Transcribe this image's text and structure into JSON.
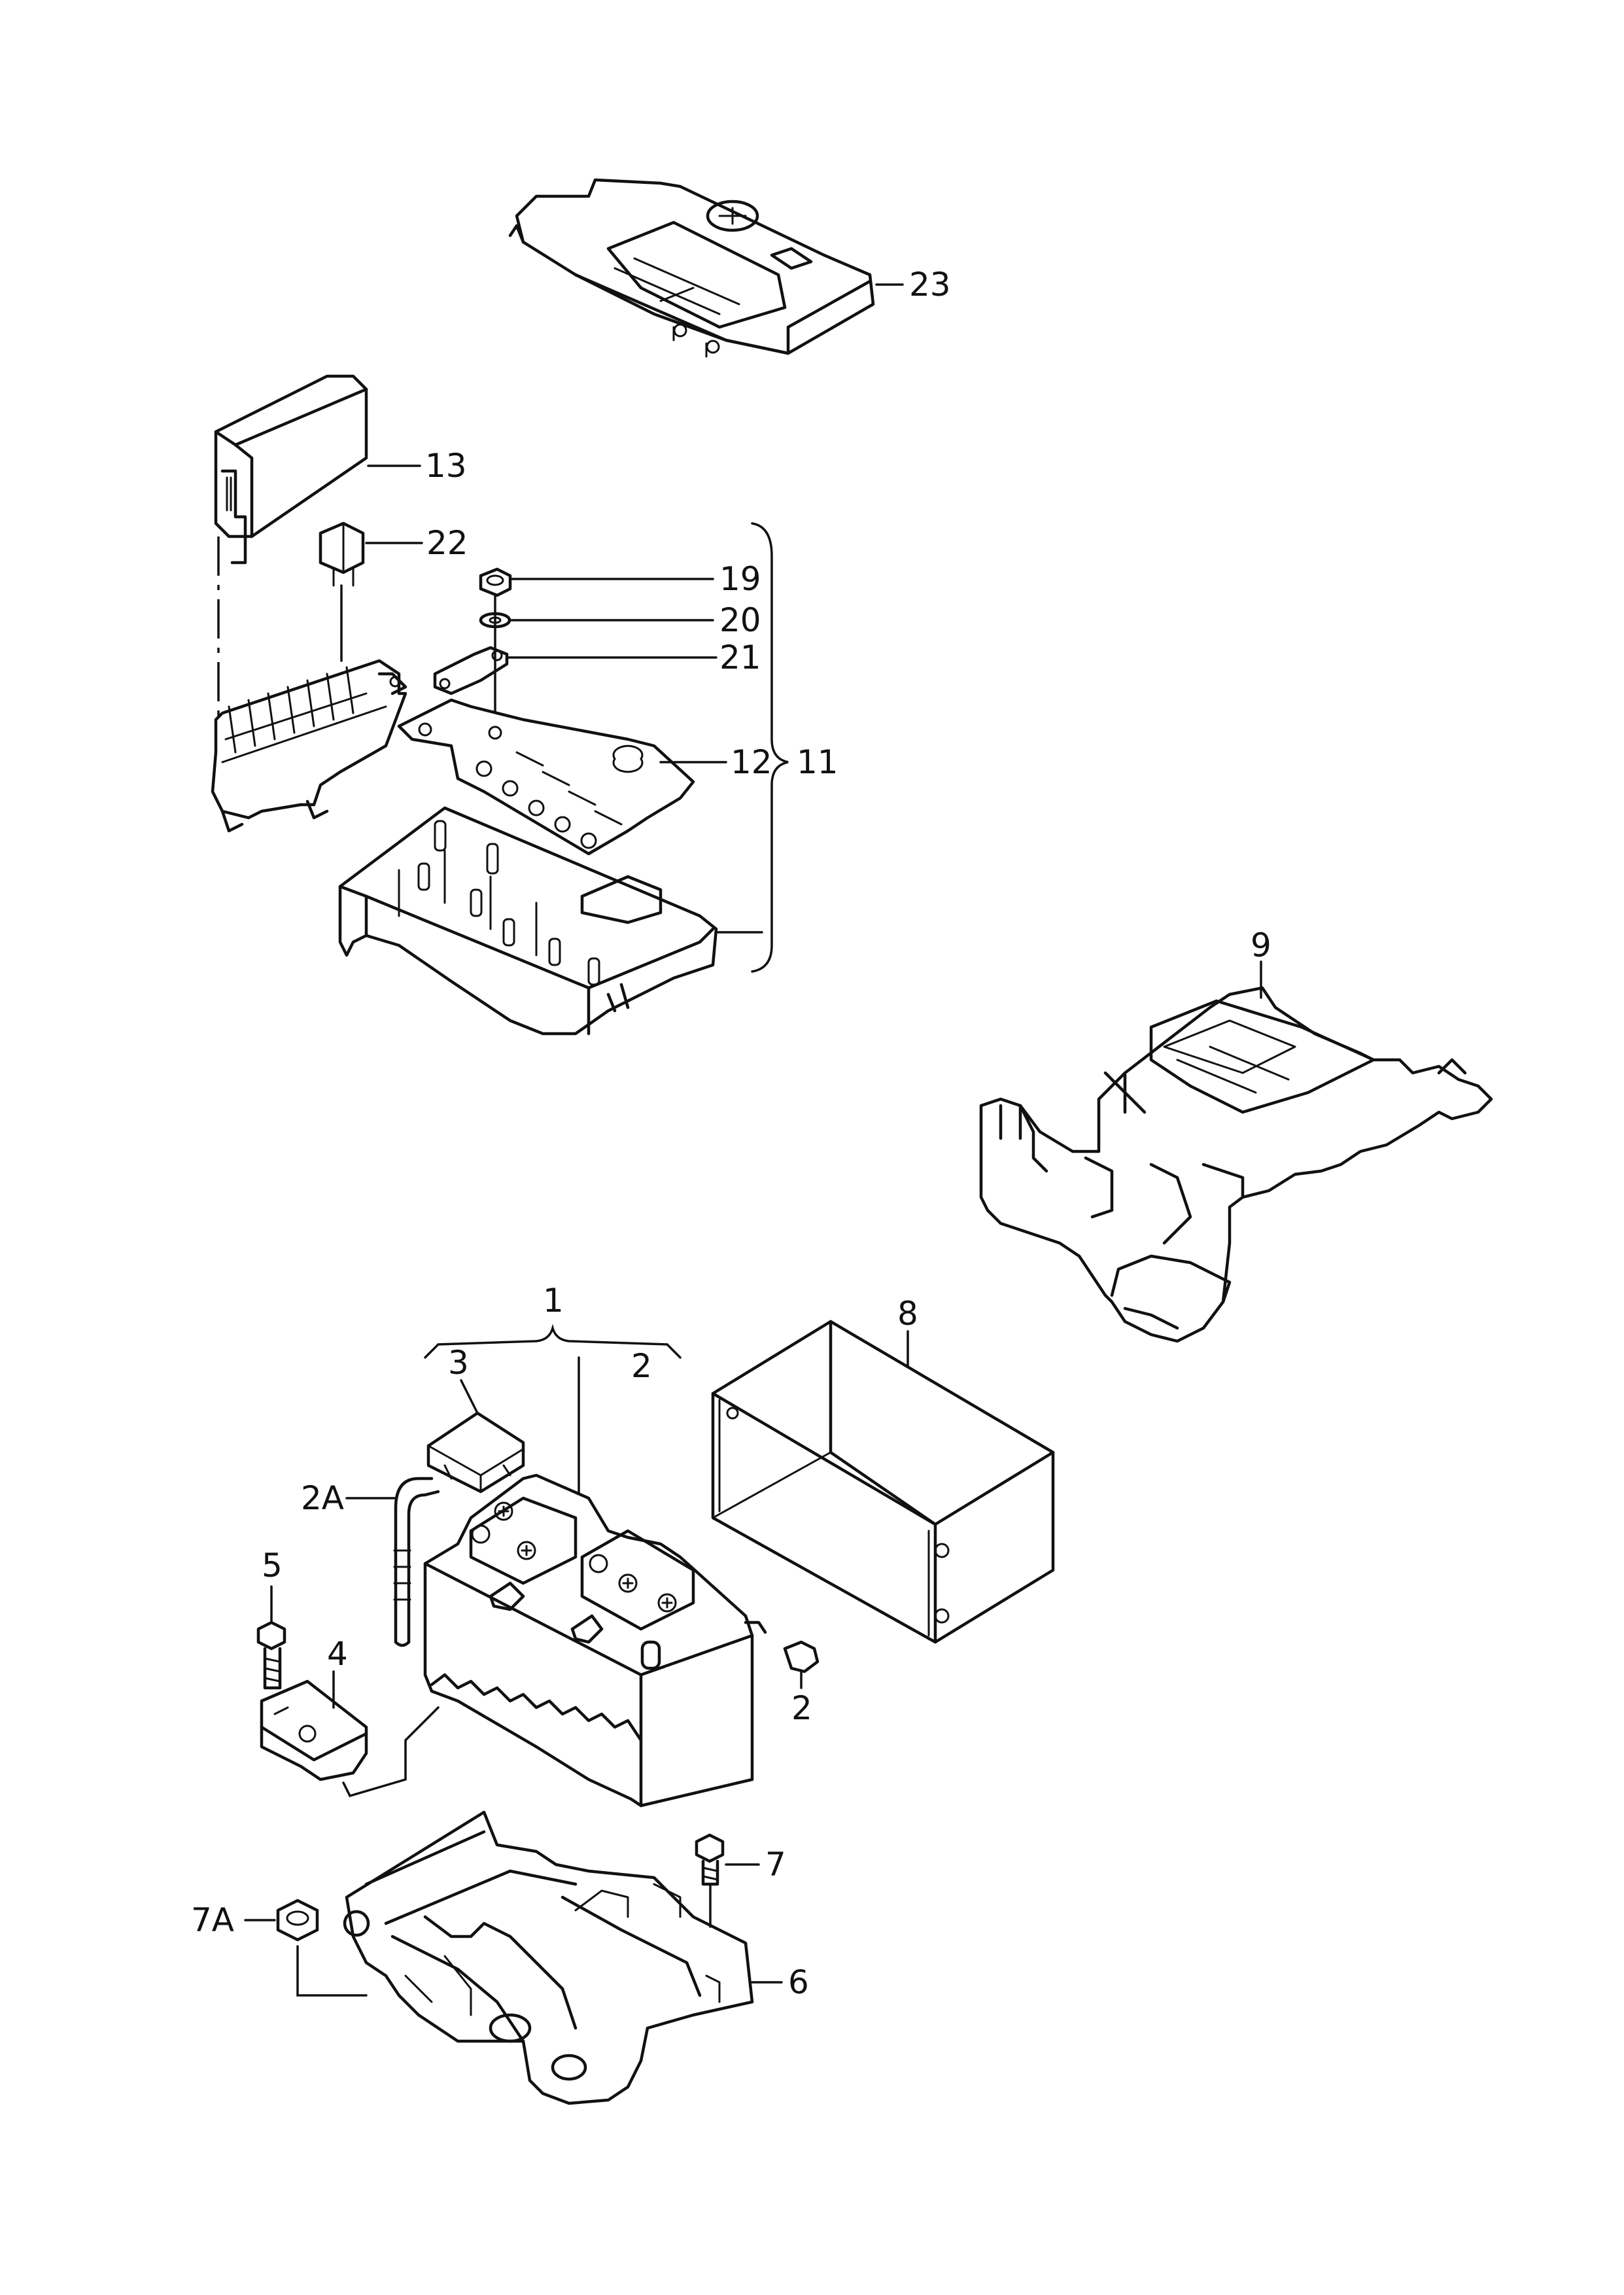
{
  "diagram": {
    "callouts": {
      "c1": "1",
      "c2_top": "2",
      "c2_side": "2",
      "c2a": "2A",
      "c3": "3",
      "c4": "4",
      "c5": "5",
      "c6": "6",
      "c7": "7",
      "c7a": "7A",
      "c8": "8",
      "c9": "9",
      "c11": "11",
      "c12": "12",
      "c13": "13",
      "c19": "19",
      "c20": "20",
      "c21": "21",
      "c22": "22",
      "c23": "23"
    }
  }
}
